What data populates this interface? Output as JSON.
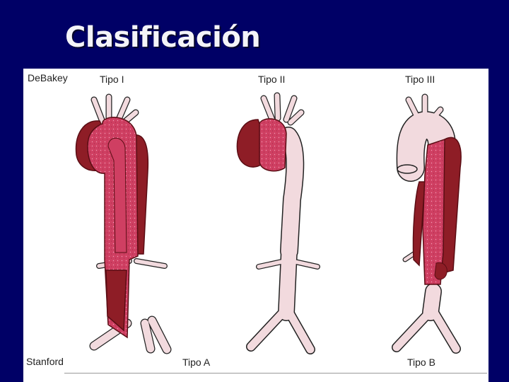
{
  "title": "Clasificación",
  "classifications": {
    "debakey_label": "DeBakey",
    "stanford_label": "Stanford",
    "tipo_1": "Tipo I",
    "tipo_2": "Tipo II",
    "tipo_3": "Tipo III",
    "tipo_a": "Tipo A",
    "tipo_b": "Tipo B"
  },
  "colors": {
    "background": "#000066",
    "aorta": "#f2dade",
    "dissection_dark": "#8e1d26",
    "dissection_light": "#cf3f62"
  }
}
